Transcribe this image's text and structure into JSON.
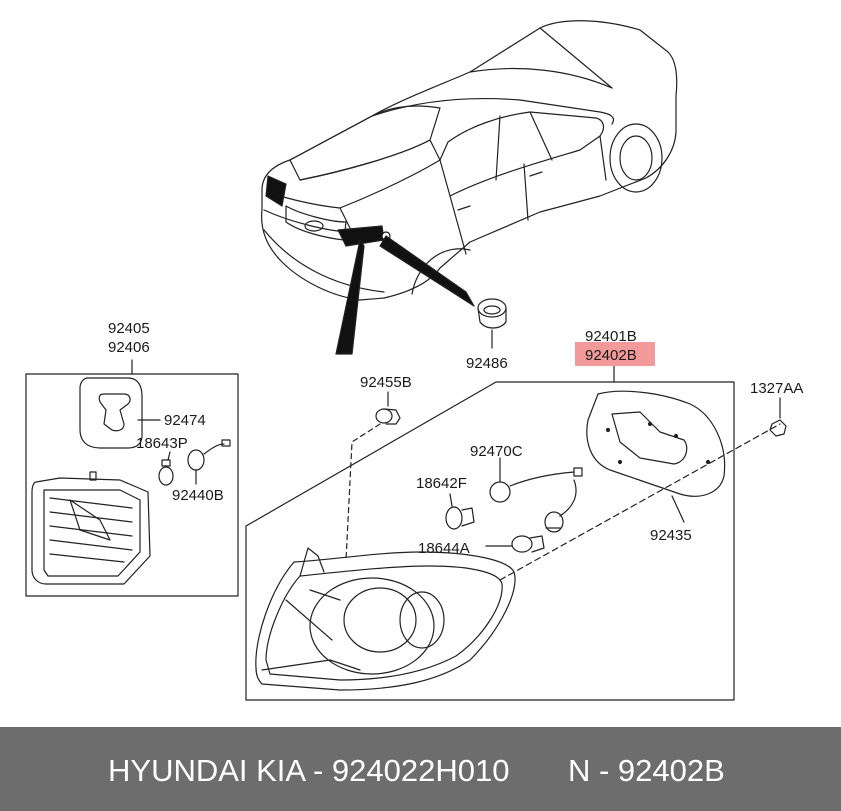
{
  "diagram": {
    "highlight_color": "#f29a9a",
    "labels": {
      "p92405": "92405",
      "p92406": "92406",
      "p92474": "92474",
      "p18643P": "18643P",
      "p92440B": "92440B",
      "p92486": "92486",
      "p92455B": "92455B",
      "p92401B": "92401B",
      "p92402B": "92402B",
      "p1327AA": "1327AA",
      "p92470C": "92470C",
      "p18642F": "18642F",
      "p18644A": "18644A",
      "p92435": "92435"
    }
  },
  "footer": {
    "background": "#6d6d6d",
    "brand_text": "HYUNDAI  KIA - 924022H010",
    "part_text": "N - 92402B"
  }
}
